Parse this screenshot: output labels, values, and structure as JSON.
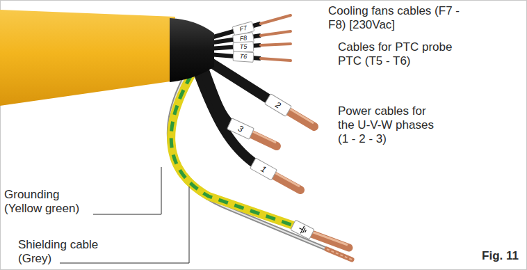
{
  "diagram": {
    "caption": "Fig. 11",
    "labels": [
      "Cooling fans cables (F7 - F8) [230Vac]",
      "F7",
      "F8",
      "Cables for PTC probe PTC (T5 - T6)",
      "T5",
      "T6",
      "Power cables for the U-V-W phases (1 - 2 - 3)",
      "2",
      "3",
      "1",
      "Grounding (Yellow green)",
      "Shielding cable (Grey)"
    ]
  }
}
